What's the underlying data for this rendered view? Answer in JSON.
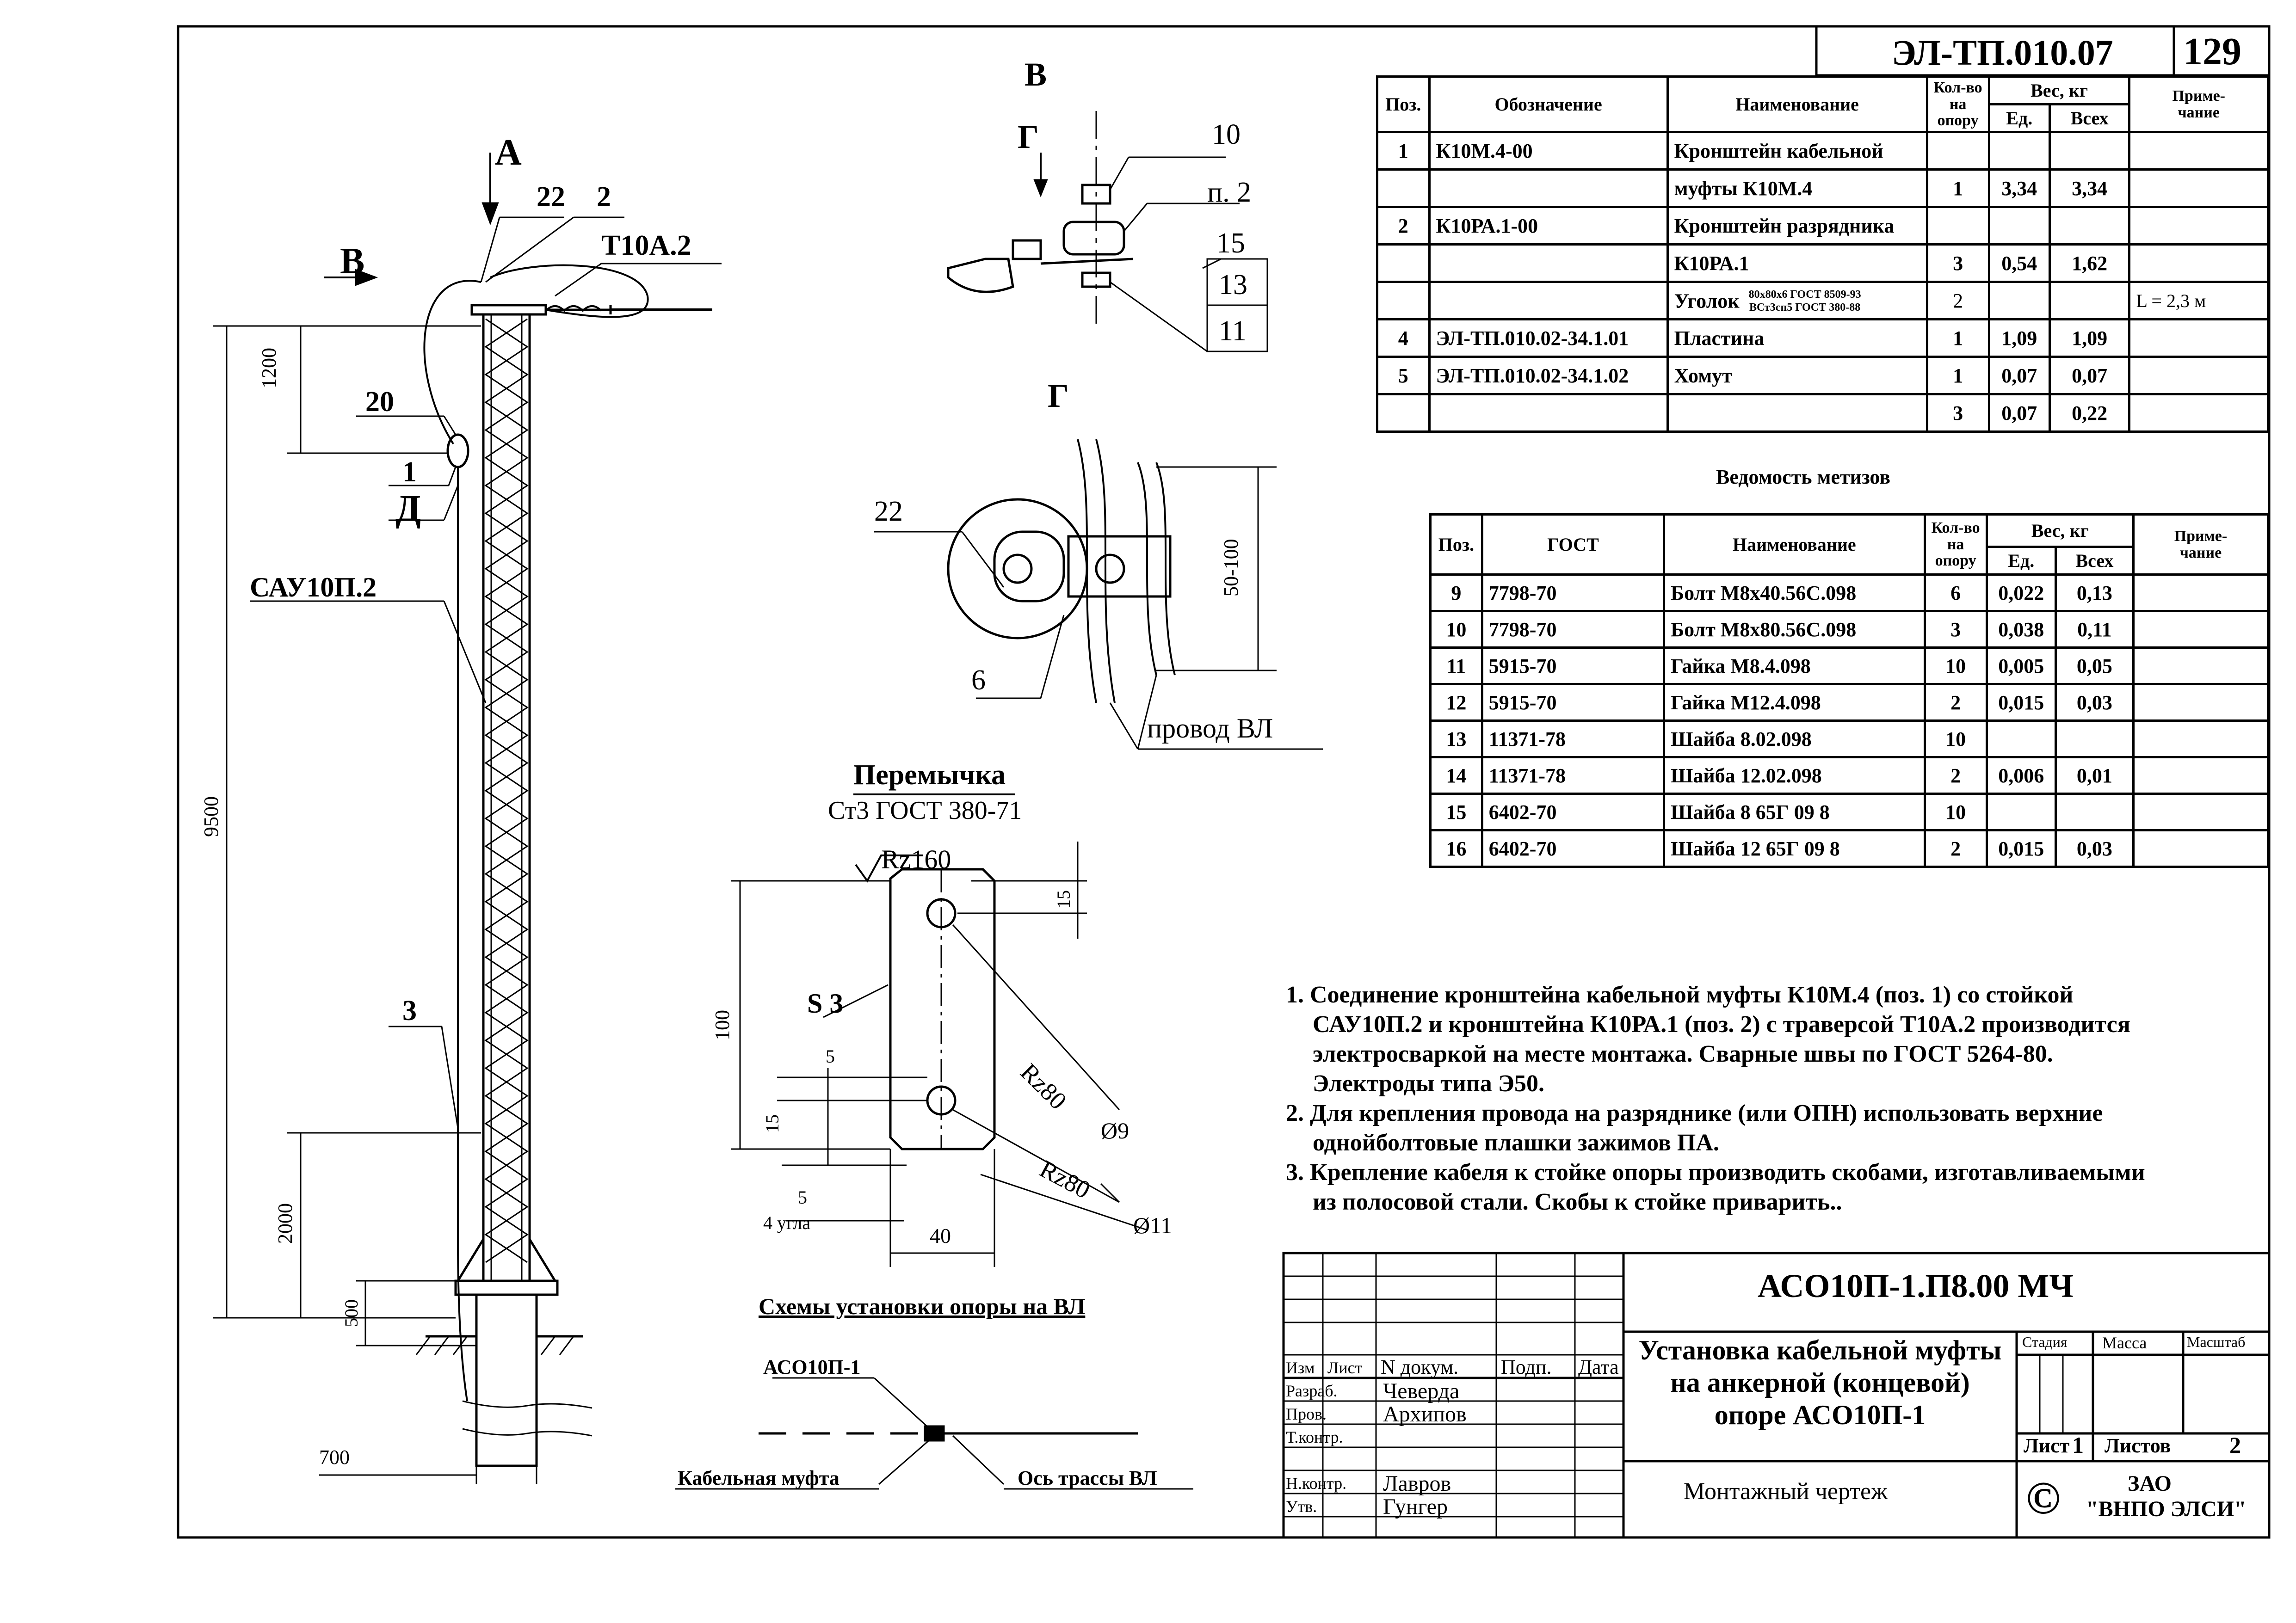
{
  "sheet": {
    "code": "ЭЛ-ТП.010.07",
    "page": "129"
  },
  "parts_table": {
    "headers": {
      "pos": "Поз.",
      "designation": "Обозначение",
      "name": "Наименование",
      "qty": [
        "Кол-во",
        "на",
        "опору"
      ],
      "weight": "Вес, кг",
      "unit": "Ед.",
      "total": "Всех",
      "note": [
        "Приме-",
        "чание"
      ]
    },
    "rows": [
      {
        "pos": "1",
        "designation": "К10М.4-00",
        "name": "Кронштейн кабельной",
        "qty": "",
        "unit": "",
        "total": "",
        "note": ""
      },
      {
        "pos": "",
        "designation": "",
        "name": "муфты К10М.4",
        "qty": "1",
        "unit": "3,34",
        "total": "3,34",
        "note": ""
      },
      {
        "pos": "2",
        "designation": "К10РА.1-00",
        "name": "Кронштейн разрядника",
        "qty": "",
        "unit": "",
        "total": "",
        "note": ""
      },
      {
        "pos": "",
        "designation": "",
        "name": "К10РА.1",
        "qty": "3",
        "unit": "0,54",
        "total": "1,62",
        "note": ""
      },
      {
        "pos": "",
        "designation": "",
        "name": "Уголок",
        "name_sub1": "80х80х6 ГОСТ 8509-93",
        "name_sub2": "ВСт3сп5 ГОСТ 380-88",
        "qty": "2",
        "unit": "",
        "total": "",
        "note": "L = 2,3 м"
      },
      {
        "pos": "4",
        "designation": "ЭЛ-ТП.010.02-34.1.01",
        "name": "Пластина",
        "qty": "1",
        "unit": "1,09",
        "total": "1,09",
        "note": ""
      },
      {
        "pos": "5",
        "designation": "ЭЛ-ТП.010.02-34.1.02",
        "name": "Хомут",
        "qty": "1",
        "unit": "0,07",
        "total": "0,07",
        "note": ""
      },
      {
        "pos": "",
        "designation": "",
        "name": "",
        "qty": "3",
        "unit": "0,07",
        "total": "0,22",
        "note": ""
      }
    ]
  },
  "hardware_title": "Ведомость метизов",
  "hardware_table": {
    "headers": {
      "pos": "Поз.",
      "gost": "ГОСТ",
      "name": "Наименование",
      "qty": [
        "Кол-во",
        "на",
        "опору"
      ],
      "weight": "Вес, кг",
      "unit": "Ед.",
      "total": "Всех",
      "note": [
        "Приме-",
        "чание"
      ]
    },
    "rows": [
      {
        "pos": "9",
        "gost": "7798-70",
        "name": "Болт М8х40.56С.098",
        "qty": "6",
        "unit": "0,022",
        "total": "0,13"
      },
      {
        "pos": "10",
        "gost": "7798-70",
        "name": "Болт М8х80.56С.098",
        "qty": "3",
        "unit": "0,038",
        "total": "0,11"
      },
      {
        "pos": "11",
        "gost": "5915-70",
        "name": "Гайка М8.4.098",
        "qty": "10",
        "unit": "0,005",
        "total": "0,05"
      },
      {
        "pos": "12",
        "gost": "5915-70",
        "name": "Гайка М12.4.098",
        "qty": "2",
        "unit": "0,015",
        "total": "0,03"
      },
      {
        "pos": "13",
        "gost": "11371-78",
        "name": "Шайба 8.02.098",
        "qty": "10",
        "unit": "",
        "total": ""
      },
      {
        "pos": "14",
        "gost": "11371-78",
        "name": "Шайба 12.02.098",
        "qty": "2",
        "unit": "0,006",
        "total": "0,01"
      },
      {
        "pos": "15",
        "gost": "6402-70",
        "name": "Шайба 8 65Г 09 8",
        "qty": "10",
        "unit": "",
        "total": ""
      },
      {
        "pos": "16",
        "gost": "6402-70",
        "name": "Шайба 12 65Г 09 8",
        "qty": "2",
        "unit": "0,015",
        "total": "0,03"
      }
    ]
  },
  "notes": [
    "1. Соединение кронштейна кабельной муфты К10М.4 (поз. 1) со стойкой",
    "САУ10П.2  и кронштейна  К10РА.1 (поз. 2) с траверсой Т10А.2 производится",
    "электросваркой на месте монтажа. Сварные швы по ГОСТ 5264-80.",
    "Электроды типа Э50.",
    "2. Для крепления провода на разряднике (или ОПН) использовать верхние",
    "однойболтовые плашки зажимов ПА.",
    "3. Крепление кабеля к стойке опоры производить скобами, изготавливаемыми",
    "из полосовой стали. Скобы к стойке приварить.."
  ],
  "pole_view": {
    "labels": {
      "A": "А",
      "B": "В",
      "D": "Д",
      "p22": "22",
      "p2": "2",
      "traverse": "Т10А.2",
      "p20": "20",
      "p1": "1",
      "rack": "САУ10П.2",
      "p3": "3"
    },
    "dims": {
      "d1200": "1200",
      "d9500": "9500",
      "d2000": "2000",
      "d500": "500",
      "d700": "700"
    }
  },
  "view_v": {
    "title": "В",
    "g": "Г",
    "p10": "10",
    "pp2": "п. 2",
    "p15": "15",
    "p13": "13",
    "p11": "11"
  },
  "view_g": {
    "title": "Г",
    "p22": "22",
    "p6": "6",
    "dim": "50-100",
    "wire": "провод ВЛ"
  },
  "jumper": {
    "title": "Перемычка",
    "material": "Ст3 ГОСТ 380-71",
    "rz160": "Rz160",
    "thickness": "S 3",
    "rz80a": "Rz80",
    "rz80b": "Rz80",
    "d9": "Ø9",
    "d11": "Ø11",
    "dim15a": "15",
    "dim100": "100",
    "dim5a": "5",
    "dim15b": "15",
    "dim5b": "5",
    "corners": "4 угла",
    "dim40": "40"
  },
  "scheme": {
    "title": "Схемы установки опоры на ВЛ",
    "pole": "АСО10П-1",
    "coupling": "Кабельная  муфта",
    "axis": "Ось трассы ВЛ"
  },
  "title_block": {
    "doc_code": "АСО10П-1.П8.00 МЧ",
    "title_lines": [
      "Установка кабельной муфты",
      "на анкерной (концевой)",
      "опоре АСО10П-1"
    ],
    "col_headers": [
      "Изм",
      "Лист",
      "N докум.",
      "Подп.",
      "Дата"
    ],
    "roles": [
      {
        "role": "Разраб.",
        "name": "Чеверда"
      },
      {
        "role": "Пров.",
        "name": "Архипов"
      },
      {
        "role": "Т.контр.",
        "name": ""
      },
      {
        "role": "",
        "name": ""
      },
      {
        "role": "Н.контр.",
        "name": "Лавров"
      },
      {
        "role": "Утв.",
        "name": "Гунгер"
      }
    ],
    "stage": "Стадия",
    "mass": "Масса",
    "scale": "Масштаб",
    "sheet_label": "Лист",
    "sheet_no": "1",
    "sheets_label": "Листов",
    "sheets_no": "2",
    "drawing_type": "Монтажный чертеж",
    "company_line1": "ЗАО",
    "company_line2": "\"ВНПО ЭЛСИ\"",
    "copyright": "©"
  }
}
